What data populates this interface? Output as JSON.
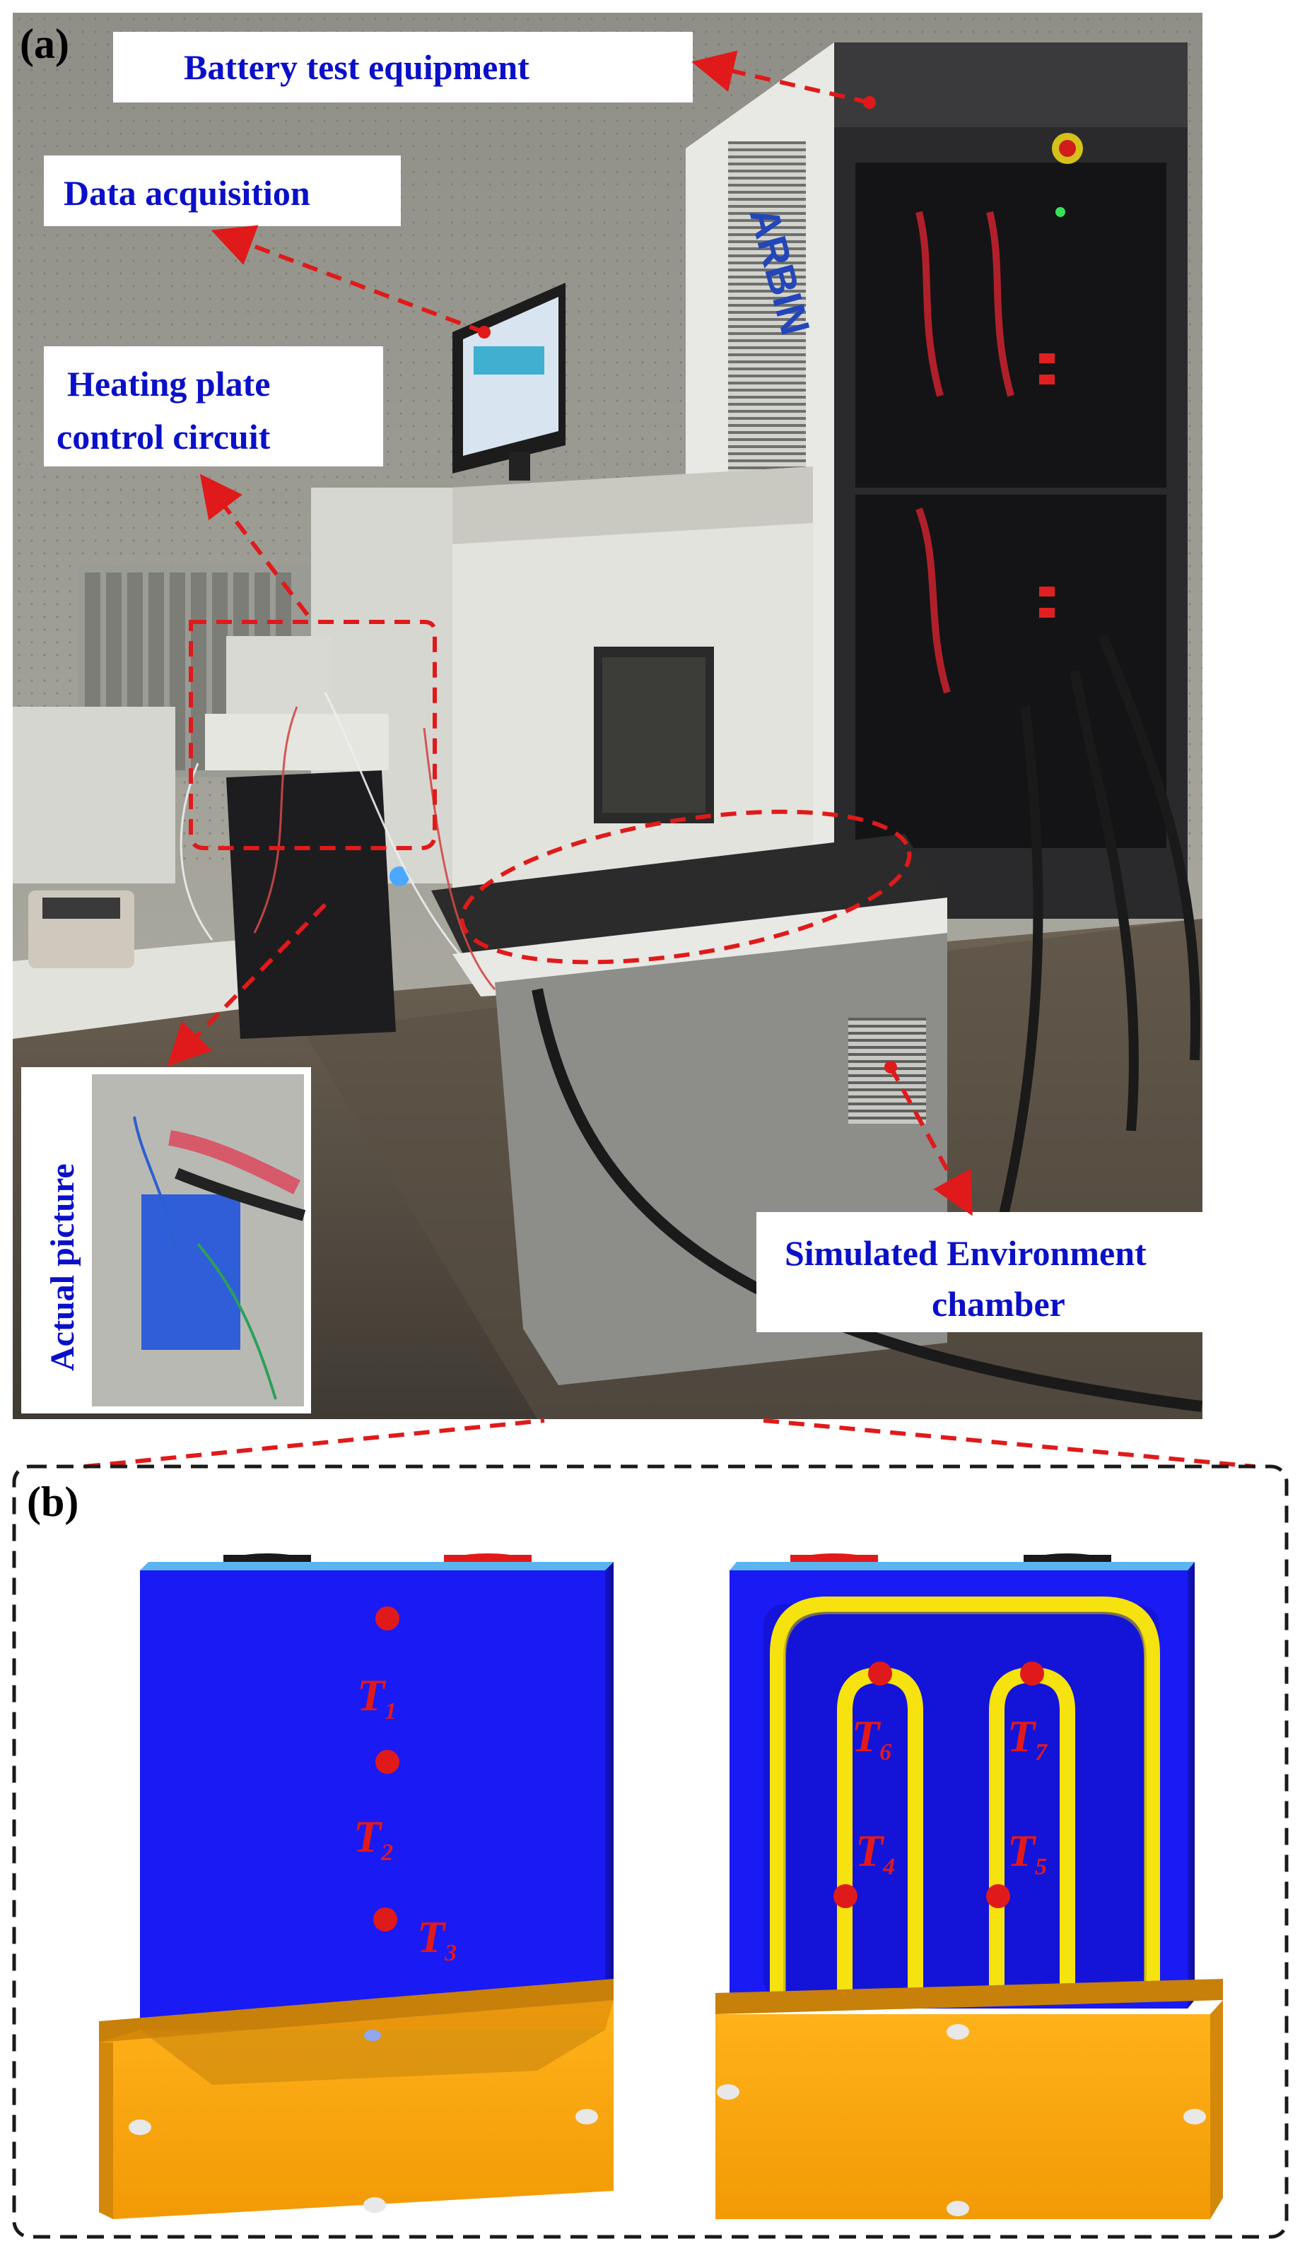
{
  "panel_a": {
    "letter": "(a)",
    "labels": {
      "battery_test_equipment": "Battery test equipment",
      "data_acquisition": "Data acquisition",
      "heating_plate_line1": "Heating plate",
      "heating_plate_line2": "control circuit",
      "simulated_env_line1": "Simulated Environment",
      "simulated_env_line2": "chamber",
      "actual_picture": "Actual picture"
    },
    "cabinet_brand": "ARBIN"
  },
  "panel_b": {
    "letter": "(b)",
    "sensors": [
      {
        "id": "T1",
        "main": "T",
        "sub": "1"
      },
      {
        "id": "T2",
        "main": "T",
        "sub": "2"
      },
      {
        "id": "T3",
        "main": "T",
        "sub": "3"
      },
      {
        "id": "T4",
        "main": "T",
        "sub": "4"
      },
      {
        "id": "T5",
        "main": "T",
        "sub": "5"
      },
      {
        "id": "T6",
        "main": "T",
        "sub": "6"
      },
      {
        "id": "T7",
        "main": "T",
        "sub": "7"
      }
    ]
  },
  "colors": {
    "label_text": "#0a10c8",
    "annotation_red": "#e01a1a",
    "battery_blue": "#1a1af5",
    "heater_yellow": "#f5e20f",
    "tray_orange": "#f5a70f"
  }
}
